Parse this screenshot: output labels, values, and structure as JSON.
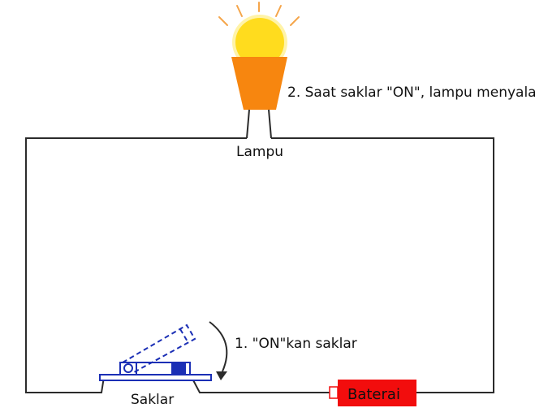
{
  "labels": {
    "step_2": "2. Saat saklar \"ON\", lampu menyala",
    "lamp": "Lampu",
    "step_1": "1. \"ON\"kan saklar",
    "switch": "Saklar",
    "battery": "Baterai"
  },
  "colors": {
    "wire": "#2b2b2b",
    "bulb_glass": "#ffdc1e",
    "bulb_glow": "#ffeb6e",
    "bulb_base": "#f7860f",
    "rays": "#f5a54a",
    "switch_blue": "#1b2fb5",
    "battery_red": "#f20d0d"
  },
  "icons": {
    "lamp": "light-bulb-icon",
    "switch": "toggle-switch-icon",
    "battery": "battery-icon",
    "motion": "curved-arrow-icon"
  }
}
